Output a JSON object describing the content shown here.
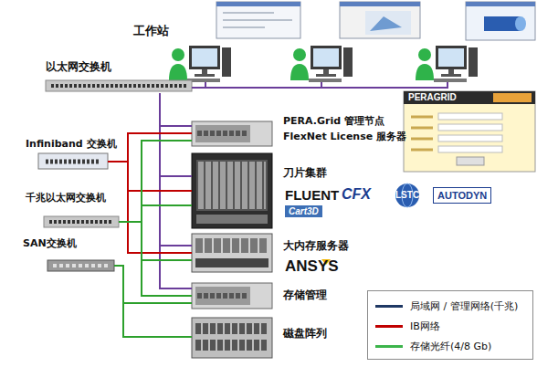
{
  "diagram": {
    "nodes": [
      {
        "text": [
          "工作站"
        ]
      },
      {
        "text": [
          "以太网交换机"
        ]
      },
      {
        "text": [
          "Infiniband 交换机"
        ]
      },
      {
        "text": [
          "千兆以太网交换机"
        ]
      },
      {
        "text": [
          "SAN交换机"
        ]
      },
      {
        "text": [
          "PERA.Grid 管理节点",
          "FlexNet License 服务器"
        ]
      },
      {
        "text": [
          "刀片集群"
        ]
      },
      {
        "text": [
          "大内存服务器"
        ]
      },
      {
        "text": [
          "存储管理"
        ]
      },
      {
        "text": [
          "磁盘阵列"
        ]
      }
    ],
    "edges": [
      {
        "from": 1,
        "to": 0,
        "arrow": "none"
      },
      {
        "from": 1,
        "to": 5,
        "arrow": "none"
      },
      {
        "from": 1,
        "to": 6,
        "arrow": "none"
      },
      {
        "from": 1,
        "to": 7,
        "arrow": "none"
      },
      {
        "from": 1,
        "to": 8,
        "arrow": "none"
      },
      {
        "from": 2,
        "to": 5,
        "arrow": "none"
      },
      {
        "from": 2,
        "to": 6,
        "arrow": "none"
      },
      {
        "from": 2,
        "to": 7,
        "arrow": "none"
      },
      {
        "from": 3,
        "to": 5,
        "arrow": "none"
      },
      {
        "from": 3,
        "to": 6,
        "arrow": "none"
      },
      {
        "from": 3,
        "to": 7,
        "arrow": "none"
      },
      {
        "from": 3,
        "to": 8,
        "arrow": "none"
      },
      {
        "from": 4,
        "to": 8,
        "arrow": "none"
      },
      {
        "from": 4,
        "to": 9,
        "arrow": "none"
      }
    ],
    "labels": [
      "PERAGRID",
      "FLUENT",
      "CFX",
      "LSTC",
      "AUTODYN",
      "Cart3D",
      "ANSYS"
    ],
    "legend": [
      {
        "text": "局域网 / 管理网络(千兆)"
      },
      {
        "text": "IB网络"
      },
      {
        "text": "存储光纤(4/8 Gb)"
      }
    ]
  }
}
